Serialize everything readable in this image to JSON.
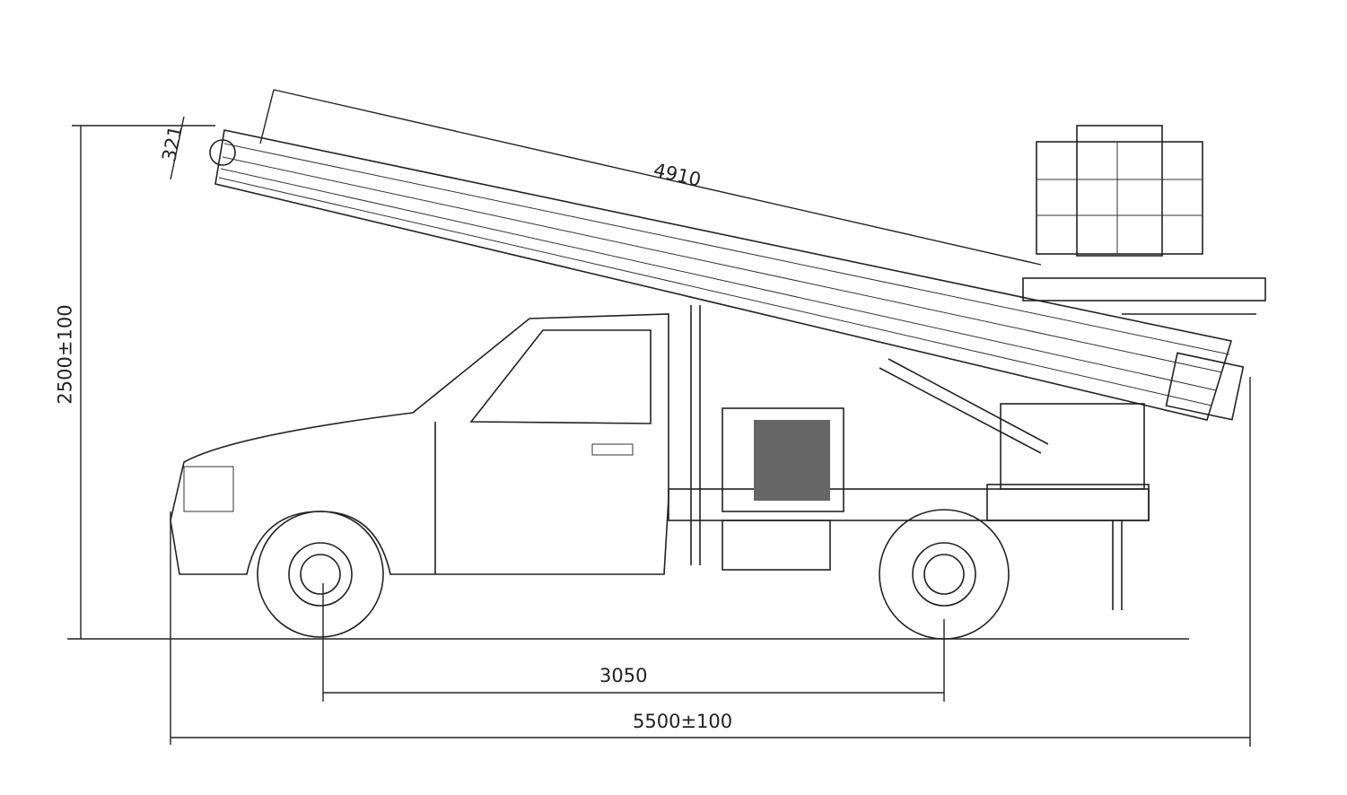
{
  "drawing": {
    "title": "Truck-mounted ladder lift side elevation",
    "dimensions": {
      "ladder_thickness": "321",
      "ladder_length": "4910",
      "overall_height": "2500±100",
      "wheelbase": "3050",
      "overall_length": "5500±100"
    },
    "line_color": "#222222",
    "background": "#ffffff"
  }
}
